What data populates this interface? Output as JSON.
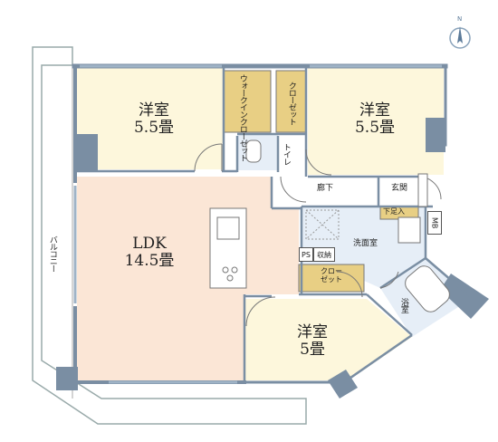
{
  "rooms": {
    "western1": {
      "name": "洋室",
      "size": "5.5畳"
    },
    "western2": {
      "name": "洋室",
      "size": "5.5畳"
    },
    "western3": {
      "name": "洋室",
      "size": "5畳"
    },
    "ldk": {
      "name": "LDK",
      "size": "14.5畳"
    }
  },
  "labels": {
    "walkin_closet": "ウォークインクローゼット",
    "closet_top": "クローゼット",
    "toilet": "トイレ",
    "corridor": "廊下",
    "entrance": "玄関",
    "shoe_storage": "下足入",
    "mb": "MB",
    "washroom": "洗面室",
    "ps": "PS",
    "storage": "収納",
    "closet_mid_line1": "クロー",
    "closet_mid_line2": "ゼット",
    "bath": "浴室",
    "balcony": "バルコニー",
    "north": "N"
  },
  "colors": {
    "wall": "#7a8ea3",
    "room_yellow": "#fdf7dc",
    "ldk_peach": "#fbe6d6",
    "wet_blue": "#e6eef7",
    "closet": "#e8cf84",
    "corridor": "#ffffff"
  }
}
